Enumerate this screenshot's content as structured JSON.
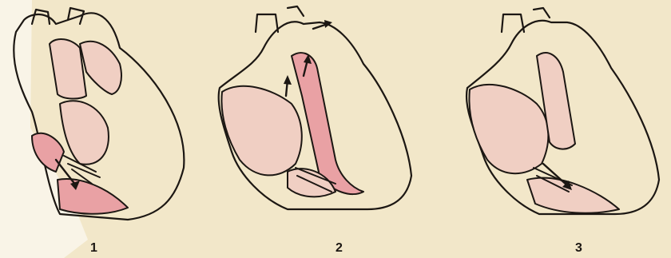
{
  "figure": {
    "labels": [
      "1",
      "2",
      "3"
    ]
  },
  "colors": {
    "paper": "#f2e7c9",
    "outline": "#1c1713",
    "pale_pink": "#f0cfc3",
    "deep_pink": "#e9a1a4"
  }
}
